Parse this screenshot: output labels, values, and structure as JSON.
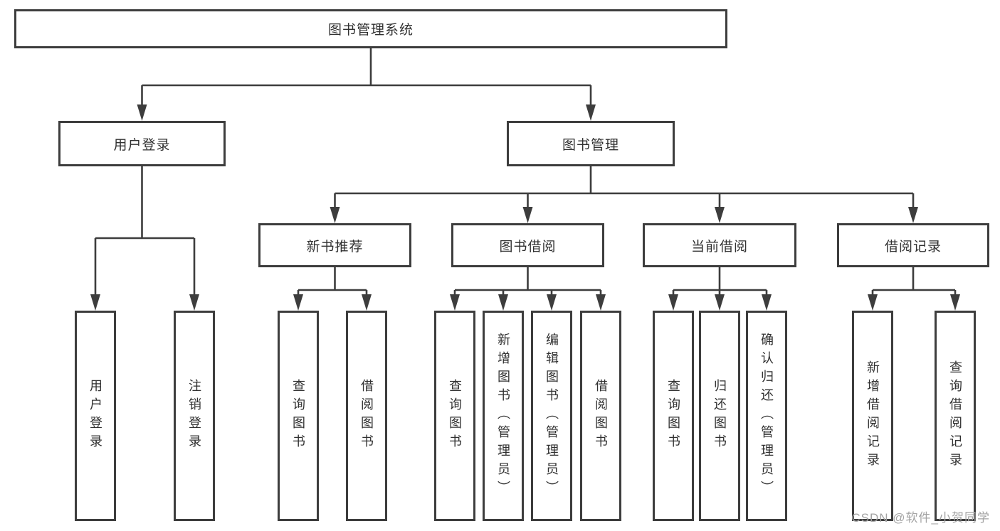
{
  "colors": {
    "line": "#3d3d3d",
    "text": "#303030",
    "background": "#ffffff",
    "watermark_text_color": "#a3a3a3"
  },
  "tree": {
    "root": {
      "label": "图书管理系统"
    },
    "branches": [
      {
        "label": "用户登录",
        "children": [
          {
            "label": "用户登录"
          },
          {
            "label": "注销登录"
          }
        ]
      },
      {
        "label": "图书管理",
        "children": [
          {
            "label": "新书推荐",
            "children": [
              {
                "label": "查询图书"
              },
              {
                "label": "借阅图书"
              }
            ]
          },
          {
            "label": "图书借阅",
            "children": [
              {
                "label": "查询图书"
              },
              {
                "label": "新增图书（管理员）"
              },
              {
                "label": "编辑图书（管理员）"
              },
              {
                "label": "借阅图书"
              }
            ]
          },
          {
            "label": "当前借阅",
            "children": [
              {
                "label": "查询图书"
              },
              {
                "label": "归还图书"
              },
              {
                "label": "确认归还（管理员）"
              }
            ]
          },
          {
            "label": "借阅记录",
            "children": [
              {
                "label": "新增借阅记录"
              },
              {
                "label": "查询借阅记录"
              }
            ]
          }
        ]
      }
    ]
  },
  "watermark": "CSDN @软件_小贺同学"
}
